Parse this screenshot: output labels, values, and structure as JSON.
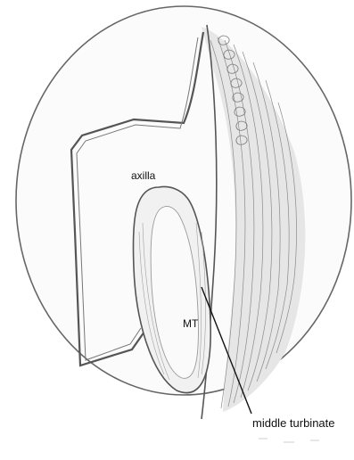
{
  "figure": {
    "labels": {
      "axilla": "axilla",
      "mt": "MT",
      "middle_turbinate": "middle turbinate"
    },
    "colors": {
      "background": "#ffffff",
      "outline": "#555555",
      "shading": "#8a8a8a",
      "text": "#111111"
    }
  }
}
